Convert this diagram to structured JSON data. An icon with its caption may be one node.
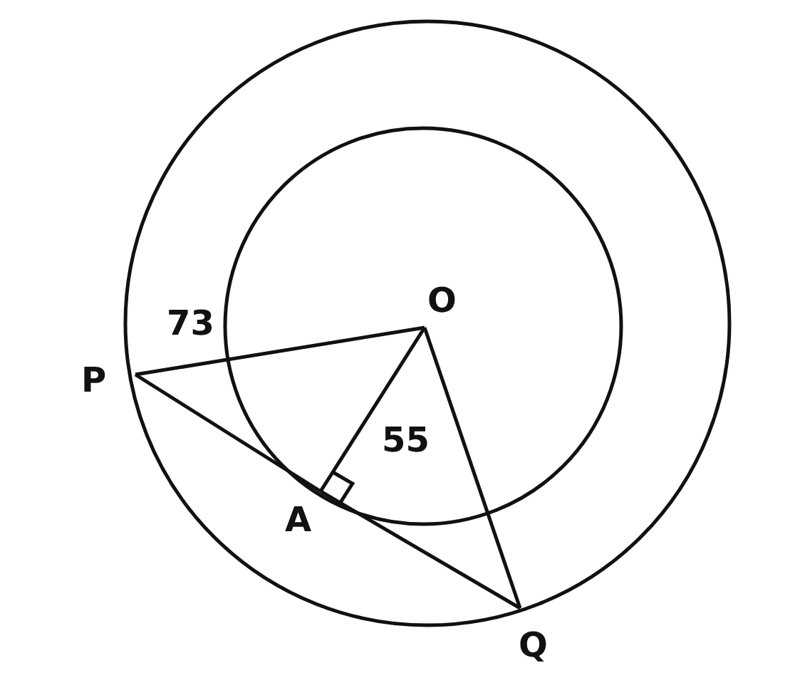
{
  "diagram": {
    "nodes": [
      {
        "text": [
          "O"
        ]
      },
      {
        "text": [
          "P"
        ]
      },
      {
        "text": [
          "A"
        ]
      },
      {
        "text": [
          "Q"
        ]
      }
    ],
    "edges": [
      {
        "from": 0,
        "to": 1,
        "arrow": "none",
        "label": "73"
      },
      {
        "from": 0,
        "to": 2,
        "arrow": "none",
        "label": "55"
      },
      {
        "from": 0,
        "to": 3,
        "arrow": "none"
      },
      {
        "from": 1,
        "to": 2,
        "arrow": "none"
      },
      {
        "from": 2,
        "to": 3,
        "arrow": "none"
      }
    ]
  }
}
